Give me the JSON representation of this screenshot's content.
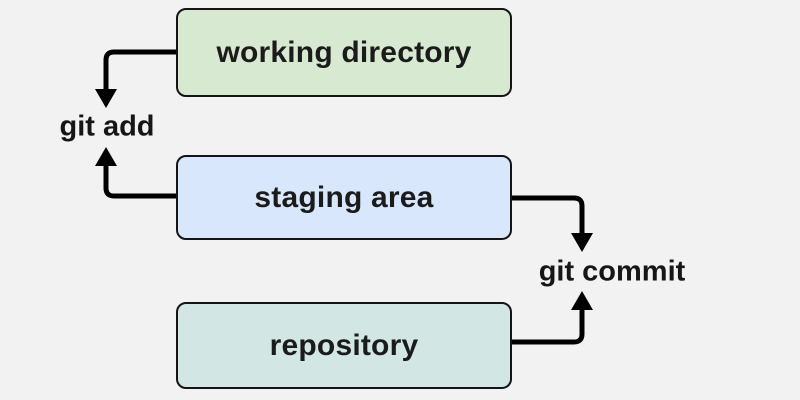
{
  "canvas": {
    "background_color": "#f2f2f2",
    "connector_color": "#000000",
    "text_color": "#1b1b1b"
  },
  "nodes": [
    {
      "id": "working-directory",
      "label": "working directory",
      "fill": "#d7e9d0",
      "border": "#141414"
    },
    {
      "id": "staging-area",
      "label": "staging area",
      "fill": "#d9e7fc",
      "border": "#141414"
    },
    {
      "id": "repository",
      "label": "repository",
      "fill": "#d2e6e4",
      "border": "#141414"
    }
  ],
  "edge_labels": [
    {
      "id": "git-add",
      "label": "git add"
    },
    {
      "id": "git-commit",
      "label": "git commit"
    }
  ],
  "edges": [
    {
      "from": "working-directory",
      "to": "git-add",
      "side": "left",
      "arrow_direction": "down"
    },
    {
      "from": "staging-area",
      "to": "git-add",
      "side": "left",
      "arrow_direction": "up"
    },
    {
      "from": "staging-area",
      "to": "git-commit",
      "side": "right",
      "arrow_direction": "down"
    },
    {
      "from": "repository",
      "to": "git-commit",
      "side": "right",
      "arrow_direction": "up"
    }
  ]
}
